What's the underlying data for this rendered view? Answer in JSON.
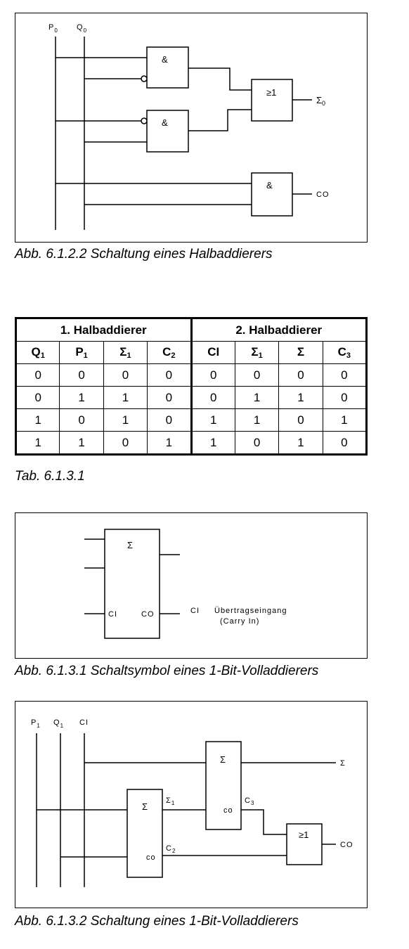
{
  "fig1": {
    "caption": "Abb. 6.1.2.2  Schaltung eines Halbaddierers",
    "input_p": "P",
    "input_p_sub": "0",
    "input_q": "Q",
    "input_q_sub": "0",
    "gate_and": "&",
    "gate_or": "≥1",
    "out_sum": "Σ",
    "out_sum_sub": "0",
    "out_carry": "CO"
  },
  "table": {
    "caption": "Tab. 6.1.3.1",
    "group1": "1. Halbaddierer",
    "group2": "2. Halbaddierer",
    "headers": [
      {
        "t": "Q",
        "s": "1"
      },
      {
        "t": "P",
        "s": "1"
      },
      {
        "t": "Σ",
        "s": "1"
      },
      {
        "t": "C",
        "s": "2"
      },
      {
        "t": "CI",
        "s": ""
      },
      {
        "t": "Σ",
        "s": "1"
      },
      {
        "t": "Σ",
        "s": ""
      },
      {
        "t": "C",
        "s": "3"
      }
    ],
    "rows": [
      [
        "0",
        "0",
        "0",
        "0",
        "0",
        "0",
        "0",
        "0"
      ],
      [
        "0",
        "1",
        "1",
        "0",
        "0",
        "1",
        "1",
        "0"
      ],
      [
        "1",
        "0",
        "1",
        "0",
        "1",
        "1",
        "0",
        "1"
      ],
      [
        "1",
        "1",
        "0",
        "1",
        "1",
        "0",
        "1",
        "0"
      ]
    ]
  },
  "fig2": {
    "caption": "Abb. 6.1.3.1  Schaltsymbol eines 1-Bit-Volladdierers",
    "box_sum": "Σ",
    "pin_ci": "CI",
    "pin_co": "CO",
    "legend_key": "CI",
    "legend_text": "Übertragseingang",
    "legend_text2": "(Carry In)"
  },
  "fig3": {
    "caption": "Abb. 6.1.3.2  Schaltung eines 1-Bit-Volladdierers",
    "input_p": "P",
    "input_p_sub": "1",
    "input_q": "Q",
    "input_q_sub": "1",
    "input_ci": "CI",
    "box_sum": "Σ",
    "box_co": "co",
    "label_s1": "Σ",
    "label_s1_sub": "1",
    "label_c2": "C",
    "label_c2_sub": "2",
    "label_c3": "C",
    "label_c3_sub": "3",
    "gate_or": "≥1",
    "out_sum": "Σ",
    "out_carry": "CO"
  }
}
